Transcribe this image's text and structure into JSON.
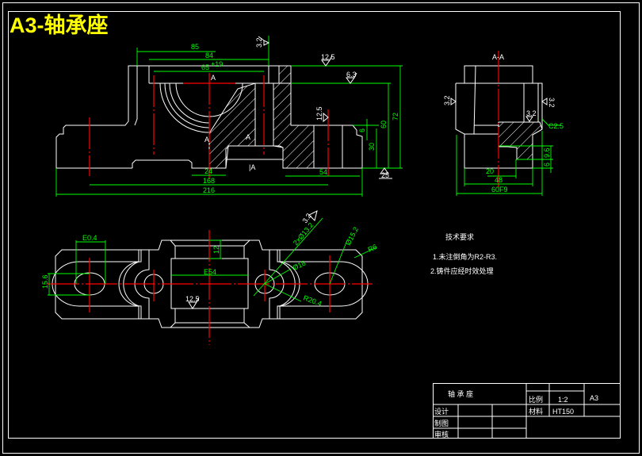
{
  "title": "A3-轴承座",
  "colors": {
    "background": "#000000",
    "lines": "#ffffff",
    "centerlines": "#ff0000",
    "dimensions": "#00ff00",
    "title": "#ffff00"
  },
  "front_view": {
    "dims": {
      "d85": "85",
      "d84": "84",
      "d65": "65",
      "d65_tol": "+19",
      "d24": "24",
      "d168": "168",
      "d216": "216",
      "d54": "54",
      "d72": "72",
      "d60": "60",
      "d30": "30",
      "d6": "6"
    },
    "roughness": {
      "top": "3.2",
      "top_face": "12.5",
      "inner_face": "6.3",
      "hole": "12.5",
      "base": "25"
    },
    "section_marks": {
      "a1": "A",
      "a2": "A",
      "a3": "A",
      "a4": "|A"
    }
  },
  "side_view": {
    "label": "A-A",
    "dims": {
      "d20": "20",
      "d48": "48",
      "d60f9": "60F9",
      "d96": "9.6",
      "d6": "6",
      "chamfer": "C2.5"
    },
    "roughness": {
      "inner": "3.2",
      "left": "3.2",
      "right": "3.2"
    }
  },
  "bottom_view": {
    "dims": {
      "slot": "E0.4",
      "slot_h": "15.6",
      "d12": "12",
      "d54": "E54",
      "r132": "2xØ13.2",
      "r152": "Ø15.2",
      "r6": "R6",
      "r18": "Ø18",
      "r204": "R20.4"
    },
    "roughness": {
      "center": "12.5",
      "top": "3.2"
    }
  },
  "tech_requirements": {
    "heading": "技术要求",
    "items": [
      "1.未注倒角为R2-R3.",
      "2.铸件应经时效处理"
    ]
  },
  "title_block": {
    "part_name": "轴 承 座",
    "scale_label": "比例",
    "scale_value": "1:2",
    "material_label": "材料",
    "material_value": "HT150",
    "sheet_size": "A3",
    "designed": "设计",
    "drawn": "制图",
    "reviewed": "审核"
  }
}
